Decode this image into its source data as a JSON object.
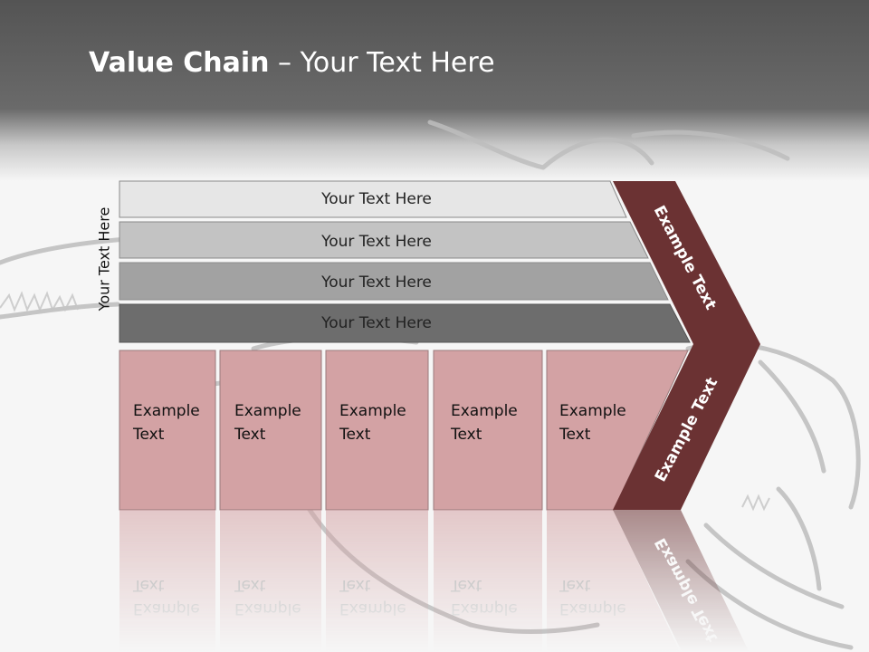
{
  "slide": {
    "title_bold": "Value Chain",
    "title_rest": " – Your Text Here",
    "side_label": "Your Text Here"
  },
  "bars": [
    {
      "label": "Your Text Here",
      "color": "#e6e6e6"
    },
    {
      "label": "Your Text Here",
      "color": "#c3c3c3"
    },
    {
      "label": "Your Text Here",
      "color": "#a2a2a2"
    },
    {
      "label": "Your Text Here",
      "color": "#6d6d6d"
    }
  ],
  "boxes": [
    {
      "line1": "Example",
      "line2": "Text"
    },
    {
      "line1": "Example",
      "line2": "Text"
    },
    {
      "line1": "Example",
      "line2": "Text"
    },
    {
      "line1": "Example",
      "line2": "Text"
    },
    {
      "line1": "Example",
      "line2": "Text"
    }
  ],
  "chevron": {
    "upper_label": "Example Text",
    "lower_label": "Example Text",
    "color": "#6b3233"
  },
  "colors": {
    "box_fill": "#d3a2a4",
    "header_dark": "#545454"
  }
}
